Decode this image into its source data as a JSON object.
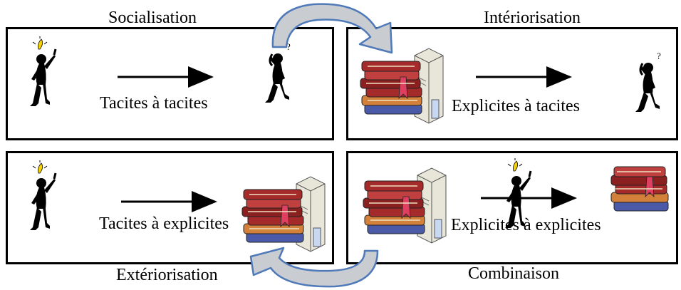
{
  "quadrants": [
    {
      "title": "Socialisation",
      "label": "Tacites à tacites"
    },
    {
      "title": "Intériorisation",
      "label": "Explicites à tacites"
    },
    {
      "title": "Extériorisation",
      "label": "Tacites à explicites"
    },
    {
      "title": "Combinaison",
      "label": "Explicites à explicites"
    }
  ],
  "colors": {
    "border": "#000000",
    "curved_arrow_fill": "#c9ccd1",
    "curved_arrow_stroke": "#4f79b8",
    "book_red": "#a52a2a",
    "book_orange": "#d2803a",
    "book_blue": "#4a5aa8",
    "server": "#e8e6d8"
  },
  "icons": [
    "person-idea-icon",
    "person-question-icon",
    "books-server-icon",
    "arrow-right-icon",
    "curved-arrow-icon"
  ]
}
